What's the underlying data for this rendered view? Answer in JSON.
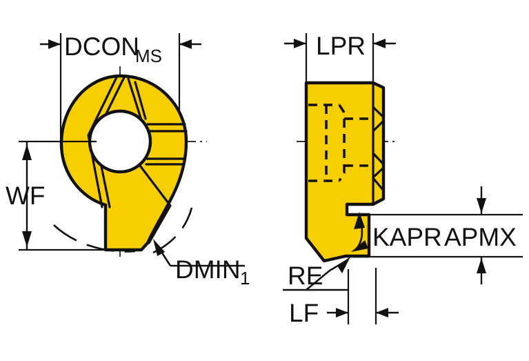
{
  "drawing": {
    "title": "Milling insert dimensional drawing",
    "background_color": "#FFFFFF",
    "body_color": "#F7CF00",
    "line_color": "#111111",
    "views": [
      {
        "name": "front-view",
        "description": "Circular insert with central bore, front view"
      },
      {
        "name": "side-view",
        "description": "Insert side profile with hidden bore lines"
      }
    ]
  },
  "labels": {
    "dcon": "DCON",
    "dcon_sub": "MS",
    "wf": "WF",
    "dmin": "DMIN",
    "dmin_sub": "1",
    "lpr": "LPR",
    "kapr": "KAPR",
    "apmx": "APMX",
    "re": "RE",
    "lf": "LF"
  }
}
